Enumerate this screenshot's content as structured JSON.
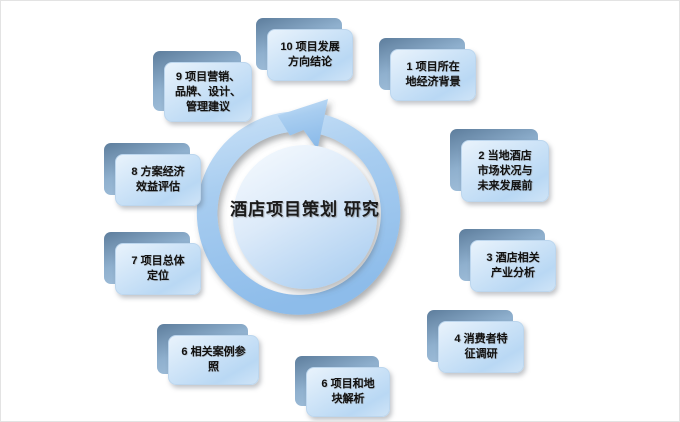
{
  "diagram": {
    "type": "cycle-diagram",
    "center": {
      "text": "酒店项目策划\n研究",
      "line1": "酒店项目策划",
      "line2": "研究"
    },
    "arrow": {
      "direction": "counter-clockwise-up-right",
      "icon": "circular-arrow-icon"
    },
    "colors": {
      "ring": "#9dc6ee",
      "disc_light": "#eef6fd",
      "disc_mid": "#cfe3f7",
      "box_face_light": "#e9f3fc",
      "box_face_mid": "#b9d8f4",
      "box_extrude": "#5d7d9c",
      "text": "#111111",
      "canvas_border": "#e3e3e3"
    },
    "nodes": [
      {
        "id": "node-1",
        "number": "1",
        "text": "1 项目所在\n地经济背景"
      },
      {
        "id": "node-2",
        "number": "2",
        "text": "2 当地酒店\n市场状况与\n未来发展前"
      },
      {
        "id": "node-3",
        "number": "3",
        "text": "3 酒店相关\n产业分析"
      },
      {
        "id": "node-4",
        "number": "4",
        "text": "4 消费者特\n征调研"
      },
      {
        "id": "node-5",
        "number": "6",
        "text": "6 项目和地\n块解析"
      },
      {
        "id": "node-6",
        "number": "6",
        "text": "6 相关案例参\n照"
      },
      {
        "id": "node-7",
        "number": "7",
        "text": "7 项目总体\n定位"
      },
      {
        "id": "node-8",
        "number": "8",
        "text": "8 方案经济\n效益评估"
      },
      {
        "id": "node-9",
        "number": "9",
        "text": "9 项目营销、\n品牌、设计、\n管理建议"
      },
      {
        "id": "node-10",
        "number": "10",
        "text": "10 项目发展\n方向结论"
      }
    ]
  }
}
